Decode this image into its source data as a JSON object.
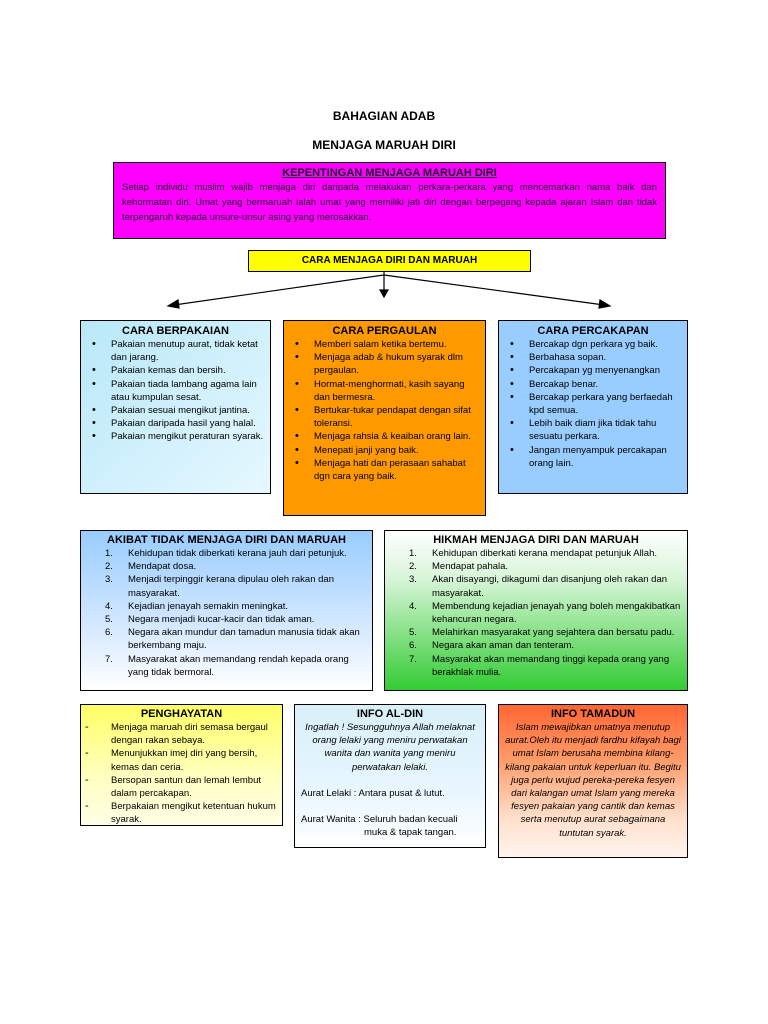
{
  "header": {
    "title": "BAHAGIAN ADAB",
    "subtitle": "MENJAGA MARUAH DIRI"
  },
  "kepentingan": {
    "title": "KEPENTINGAN MENJAGA MARUAH DIRI",
    "text": "Setiap individu muslim wajib menjaga diri daripada melakukan perkara-perkara yang mencemarkan nama baik dan kehormatan diri. Umat yang bermaruah ialah umat yang memiliki jati diri dengan berpegang kepada ajaran Islam dan tidak terpengaruh kepada unsure-unsur asing yang merosakkan."
  },
  "cara": {
    "title": "CARA MENJAGA DIRI DAN MARUAH"
  },
  "berpakaian": {
    "title": "CARA BERPAKAIAN",
    "items": [
      "Pakaian menutup aurat, tidak ketat dan jarang.",
      "Pakaian kemas dan bersih.",
      "Pakaian tiada lambang agama lain atau kumpulan sesat.",
      "Pakaian sesuai mengikut jantina.",
      "Pakaian daripada hasil yang halal.",
      "Pakaian mengikut peraturan syarak."
    ]
  },
  "pergaulan": {
    "title": "CARA PERGAULAN",
    "items": [
      "Memberi salam ketika bertemu.",
      "Menjaga adab & hukum syarak dlm pergaulan.",
      "Hormat-menghormati, kasih sayang dan bermesra.",
      "Bertukar-tukar pendapat dengan sifat toleransi.",
      "Menjaga rahsia & keaiban orang lain.",
      "Menepati janji yang baik.",
      "Menjaga hati dan perasaan sahabat dgn cara yang baik."
    ]
  },
  "percakapan": {
    "title": "CARA PERCAKAPAN",
    "items": [
      "Bercakap dgn perkara yg baik.",
      "Berbahasa sopan.",
      "Percakapan yg menyenangkan",
      "Bercakap benar.",
      "Bercakap perkara yang berfaedah kpd semua.",
      "Lebih baik diam jika tidak tahu sesuatu perkara.",
      "Jangan menyampuk percakapan orang lain."
    ]
  },
  "akibat": {
    "title": "AKIBAT TIDAK MENJAGA DIRI DAN MARUAH",
    "items": [
      {
        "n": "1.",
        "t": "Kehidupan tidak diberkati kerana jauh dari petunjuk."
      },
      {
        "n": "2.",
        "t": "Mendapat dosa."
      },
      {
        "n": "3.",
        "t": "Menjadi terpinggir kerana dipulau oleh rakan dan masyarakat."
      },
      {
        "n": "4.",
        "t": "Kejadian jenayah semakin meningkat."
      },
      {
        "n": "5.",
        "t": "Negara menjadi kucar-kacir dan tidak aman."
      },
      {
        "n": "6.",
        "t": "Negara akan mundur dan tamadun manusia tidak akan berkembang maju."
      },
      {
        "n": "7.",
        "t": "Masyarakat akan memandang rendah kepada orang yang tidak bermoral."
      }
    ]
  },
  "hikmah": {
    "title": "HIKMAH MENJAGA DIRI DAN MARUAH",
    "items": [
      {
        "n": "1.",
        "t": "Kehidupan diberkati kerana mendapat petunjuk Allah."
      },
      {
        "n": "2.",
        "t": "Mendapat pahala."
      },
      {
        "n": "3.",
        "t": "Akan disayangi, dikagumi dan disanjung oleh rakan dan masyarakat."
      },
      {
        "n": "4.",
        "t": "Membendung kejadian jenayah yang boleh mengakibatkan kehancuran negara."
      },
      {
        "n": "5.",
        "t": "Melahirkan masyarakat yang sejahtera dan bersatu padu."
      },
      {
        "n": "6.",
        "t": "Negara akan aman dan tenteram."
      },
      {
        "n": "7.",
        "t": "Masyarakat akan memandang tinggi kepada orang yang berakhlak mulia."
      }
    ]
  },
  "penghayatan": {
    "title": "PENGHAYATAN",
    "items": [
      "Menjaga maruah diri semasa bergaul dengan rakan sebaya.",
      "Menunjukkan imej diri yang bersih, kemas dan ceria.",
      "Bersopan santun dan lemah lembut dalam percakapan.",
      "Berpakaian mengikut ketentuan hukum syarak."
    ]
  },
  "aldin": {
    "title": "INFO AL-DIN",
    "quote": "Ingatlah ! Sesungguhnya Allah melaknat orang lelaki yang meniru perwatakan wanita dan wanita yang meniru perwatakan lelaki.",
    "aurat_lelaki": "Aurat Lelaki : Antara pusat & lutut.",
    "aurat_wanita_1": "Aurat Wanita : Seluruh badan kecuali",
    "aurat_wanita_2": "muka &  tapak tangan."
  },
  "tamadun": {
    "title": "INFO TAMADUN",
    "text": "Islam mewajibkan umatnya menutup aurat.Oleh itu menjadi fardhu kifayah bagi umat Islam berusaha membina kilang-kilang pakaian untuk keperluan itu. Begitu juga perlu wujud pereka-pereka fesyen dari kalangan umat Islam yang mereka fesyen pakaian yang cantik dan kemas serta menutup aurat sebagaimana tuntutan syarak."
  },
  "colors": {
    "magenta": "#ff00ff",
    "yellow": "#ffff00",
    "orange": "#ff9900",
    "light_blue": "#99ccff",
    "green": "#33cc33",
    "info_orange": "#ff6633"
  }
}
